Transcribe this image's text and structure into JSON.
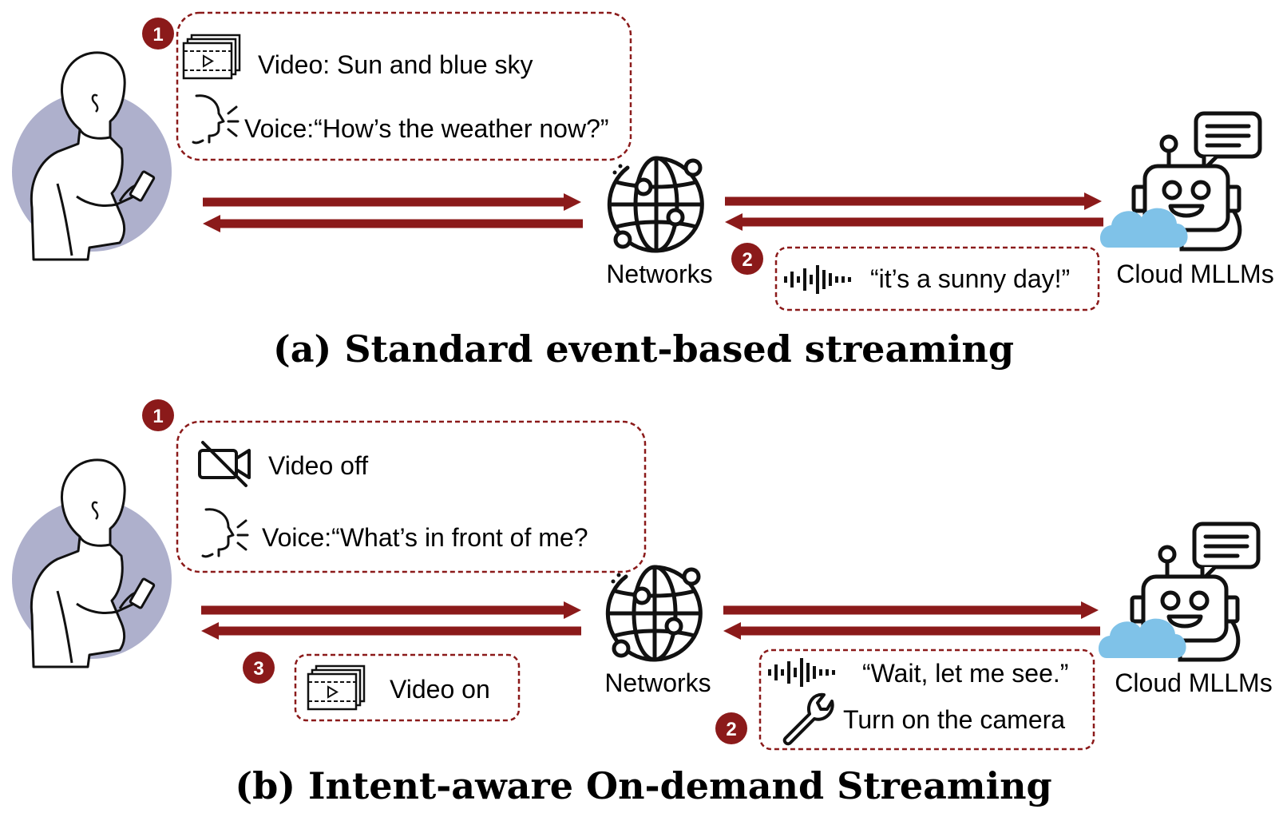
{
  "colors": {
    "accent": "#8b1a1a",
    "cloud": "#7fc2e8",
    "avatar_circle": "#aeb0cc"
  },
  "panel_a": {
    "step1_number": "1",
    "video_text": "Video: Sun and blue sky",
    "voice_text": "Voice:“How’s the weather now?”",
    "network_label": "Networks",
    "step2_number": "2",
    "response_text": "“it’s a sunny day!”",
    "cloud_label": "Cloud MLLMs",
    "caption": "(a) Standard event-based streaming"
  },
  "panel_b": {
    "step1_number": "1",
    "video_off_text": "Video off",
    "voice_text": "Voice:“What’s in front of me?",
    "network_label": "Networks",
    "step3_number": "3",
    "video_on_text": "Video on",
    "step2_number": "2",
    "response_text": "“Wait, let me see.”",
    "tool_text": "Turn on the camera",
    "cloud_label": "Cloud MLLMs",
    "caption": "(b) Intent-aware On-demand Streaming"
  },
  "icons": [
    "person-icon",
    "phone-icon",
    "video-stack-icon",
    "speaking-head-icon",
    "globe-network-icon",
    "robot-icon",
    "chat-bubble-icon",
    "cloud-icon",
    "audio-wave-icon",
    "video-off-icon",
    "wrench-icon"
  ]
}
